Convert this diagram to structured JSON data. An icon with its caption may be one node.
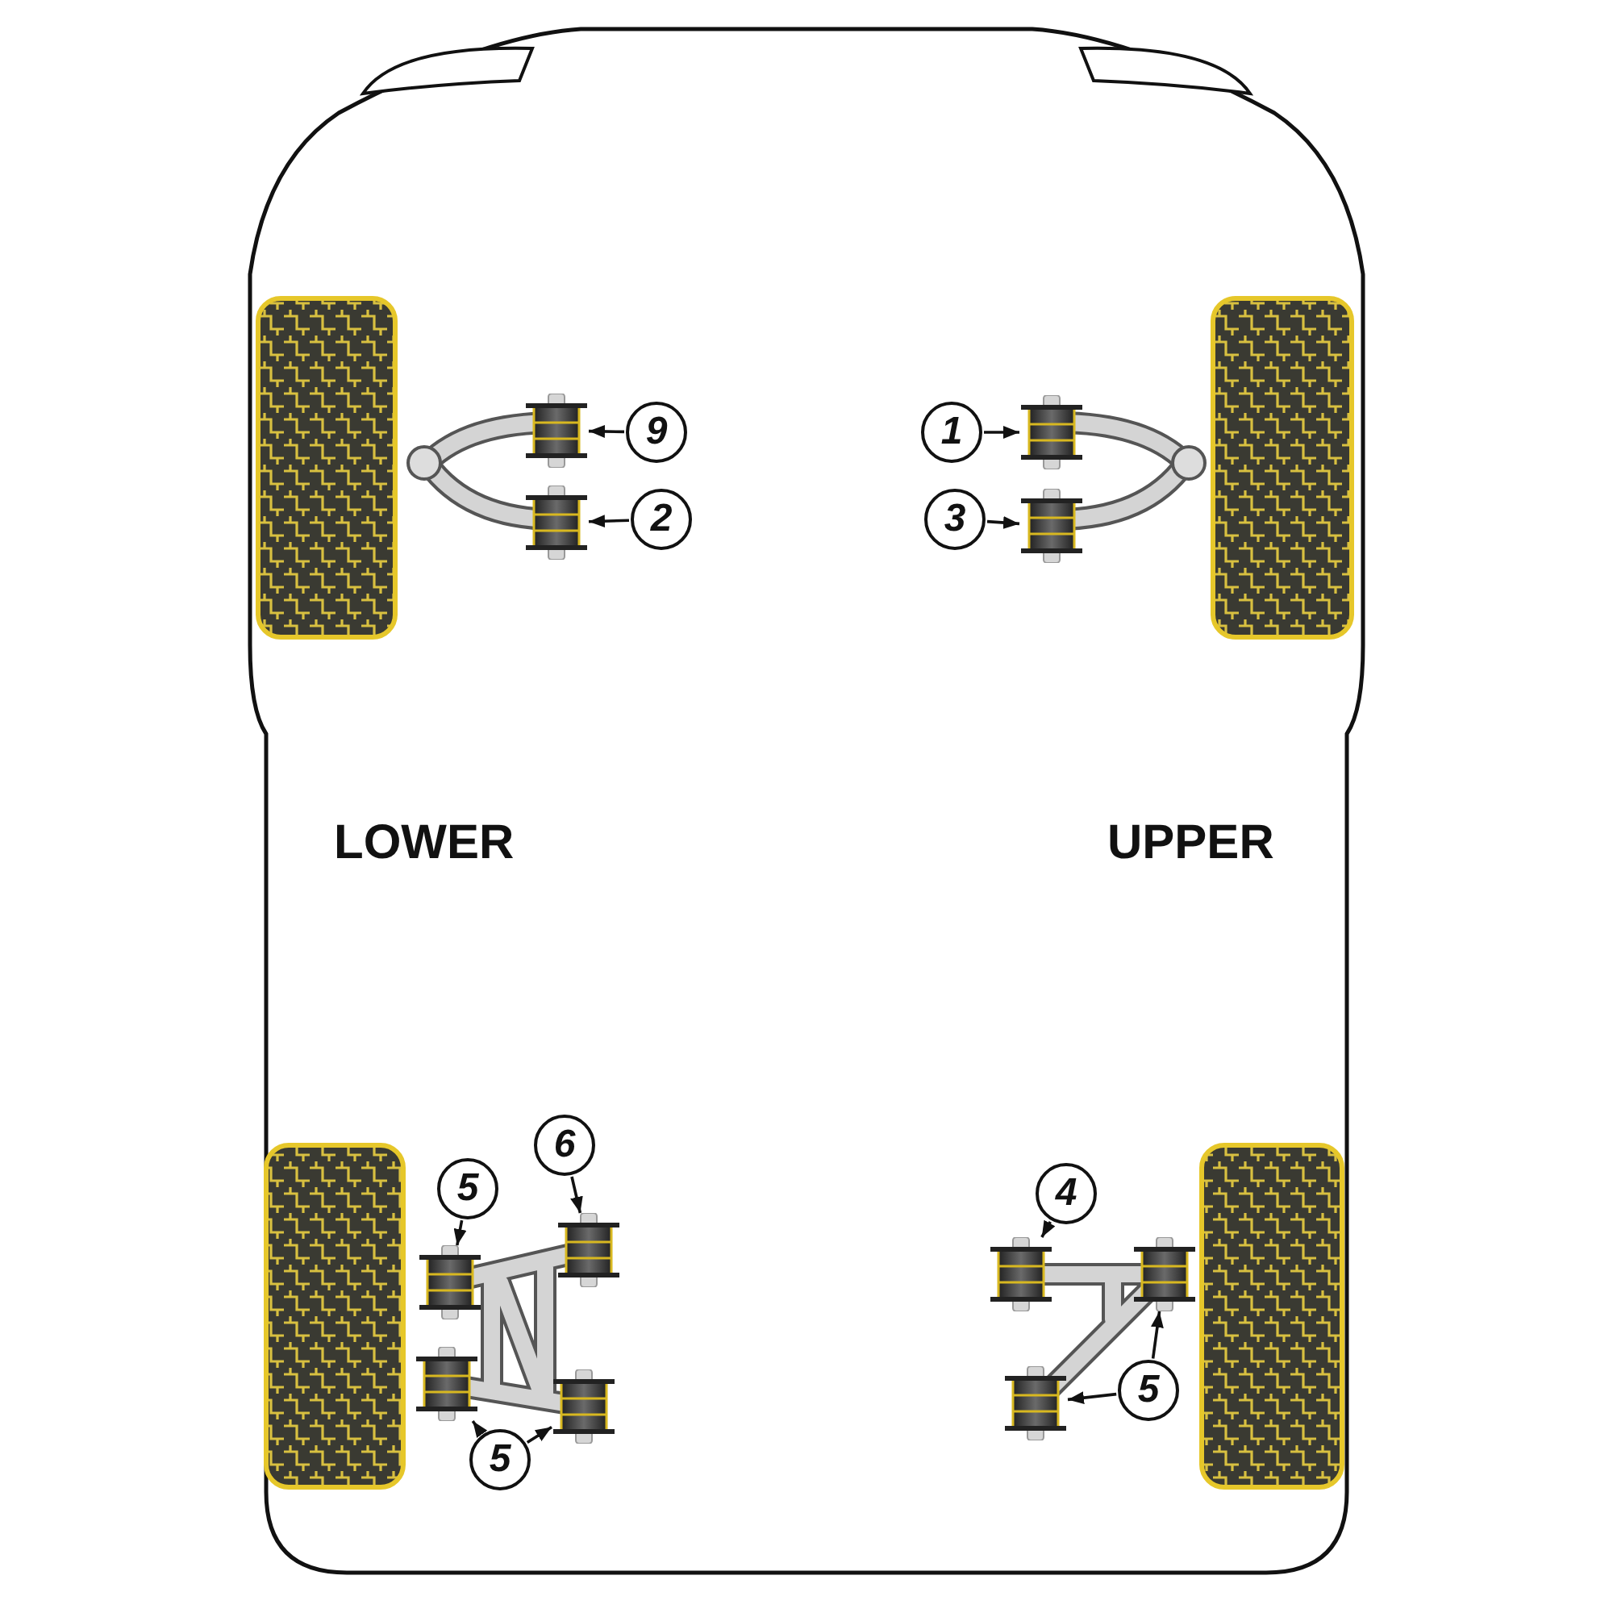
{
  "diagram": {
    "nodes": [
      {
        "text": [
          "9"
        ]
      },
      {
        "text": [],
        "shape": "picture"
      },
      {
        "text": [
          "1"
        ]
      },
      {
        "text": [],
        "shape": "picture"
      },
      {
        "text": [
          "2"
        ]
      },
      {
        "text": [],
        "shape": "picture"
      },
      {
        "text": [
          "3"
        ]
      },
      {
        "text": [],
        "shape": "picture"
      },
      {
        "text": [
          "6"
        ]
      },
      {
        "text": [
          "5"
        ]
      },
      {
        "text": [
          "4"
        ]
      },
      {
        "text": [],
        "shape": "picture"
      },
      {
        "text": [],
        "shape": "picture"
      },
      {
        "text": [],
        "shape": "picture"
      },
      {
        "text": [],
        "shape": "picture"
      },
      {
        "text": [],
        "shape": "picture"
      },
      {
        "text": [
          "5"
        ]
      },
      {
        "text": [],
        "shape": "picture"
      },
      {
        "text": [],
        "shape": "picture"
      },
      {
        "text": [
          "5"
        ]
      }
    ],
    "edges": [
      {
        "from": 0,
        "to": 1,
        "arrow": "to"
      },
      {
        "from": 2,
        "to": 3,
        "arrow": "to"
      },
      {
        "from": 4,
        "to": 5,
        "arrow": "to"
      },
      {
        "from": 6,
        "to": 7,
        "arrow": "to"
      },
      {
        "from": 8,
        "to": 11,
        "arrow": "to"
      },
      {
        "from": 9,
        "to": 12,
        "arrow": "to"
      },
      {
        "from": 10,
        "to": 13,
        "arrow": "to"
      },
      {
        "from": 16,
        "to": 14,
        "arrow": "to"
      },
      {
        "from": 16,
        "to": 17,
        "arrow": "to"
      },
      {
        "from": 19,
        "to": 15,
        "arrow": "to"
      },
      {
        "from": 19,
        "to": 18,
        "arrow": "to"
      }
    ],
    "labels": [
      "LOWER",
      "UPPER"
    ]
  }
}
